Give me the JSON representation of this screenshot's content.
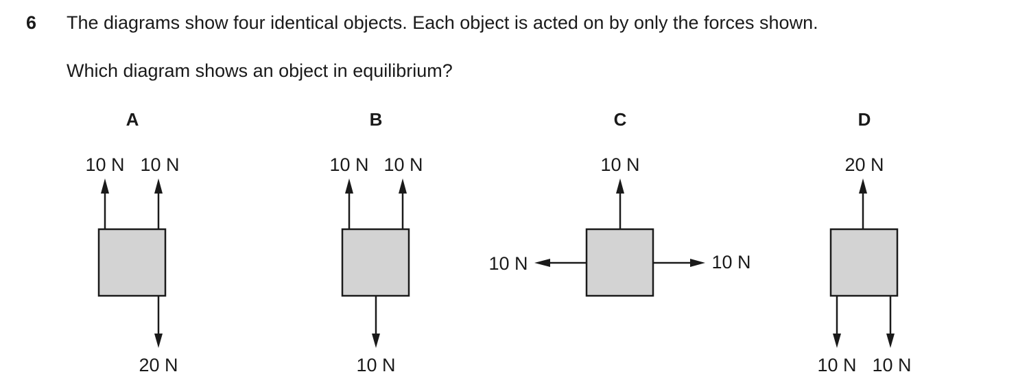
{
  "question": {
    "number": "6",
    "text": "The diagrams show four identical objects. Each object is acted on by only the forces shown.",
    "prompt": "Which diagram shows an object in equilibrium?"
  },
  "options": [
    {
      "label": "A",
      "forces": [
        {
          "direction": "up",
          "magnitude": "10 N"
        },
        {
          "direction": "up",
          "magnitude": "10 N"
        },
        {
          "direction": "down",
          "magnitude": "20 N"
        }
      ]
    },
    {
      "label": "B",
      "forces": [
        {
          "direction": "up",
          "magnitude": "10 N"
        },
        {
          "direction": "up",
          "magnitude": "10 N"
        },
        {
          "direction": "down",
          "magnitude": "10 N"
        }
      ]
    },
    {
      "label": "C",
      "forces": [
        {
          "direction": "up",
          "magnitude": "10 N"
        },
        {
          "direction": "left",
          "magnitude": "10 N"
        },
        {
          "direction": "right",
          "magnitude": "10 N"
        }
      ]
    },
    {
      "label": "D",
      "forces": [
        {
          "direction": "up",
          "magnitude": "20 N"
        },
        {
          "direction": "down",
          "magnitude": "10 N"
        },
        {
          "direction": "down",
          "magnitude": "10 N"
        }
      ]
    }
  ],
  "colors": {
    "object_fill": "#d3d3d3",
    "ink": "#1a1a1a"
  }
}
